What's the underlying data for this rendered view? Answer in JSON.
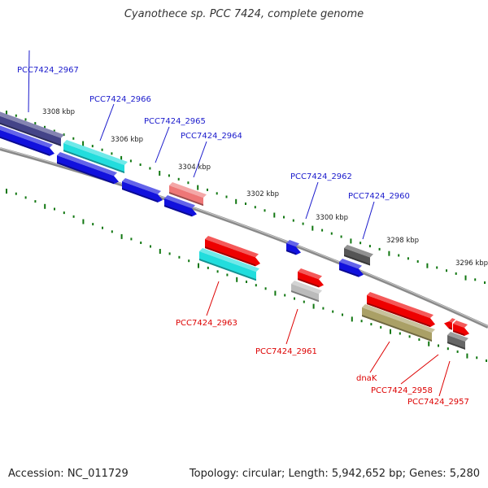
{
  "title": "Cyanothece sp. PCC 7424, complete genome",
  "footer": {
    "accession": "Accession: NC_011729",
    "summary": "Topology: circular; Length: 5,942,652 bp; Genes: 5,280"
  },
  "colors": {
    "label_top": "#1a1acc",
    "label_bottom": "#dd0000",
    "tick": "#117711",
    "backbone": "#888888"
  },
  "scale_labels": [
    "3308 kbp",
    "3306 kbp",
    "3304 kbp",
    "3302 kbp",
    "3300 kbp",
    "3298 kbp",
    "3296 kbp"
  ],
  "genes": [
    {
      "name": "PCC7424_2967",
      "color": "#444488",
      "strand": "top"
    },
    {
      "name": "PCC7424_2966",
      "color": "#22dddd",
      "strand": "top"
    },
    {
      "name": "PCC7424_2965",
      "color": "#ee7777",
      "strand": "top"
    },
    {
      "name": "PCC7424_2964",
      "color": "#1111dd",
      "strand": "top"
    },
    {
      "name": "PCC7424_2962",
      "color": "#1111dd",
      "strand": "top"
    },
    {
      "name": "PCC7424_2960",
      "color": "#555555",
      "strand": "top"
    },
    {
      "name": "PCC7424_2963",
      "color": "#ee0000",
      "strand": "bottom"
    },
    {
      "name": "PCC7424_2961",
      "color": "#ee0000",
      "strand": "bottom"
    },
    {
      "name": "dnaK",
      "color": "#ee0000",
      "strand": "bottom"
    },
    {
      "name": "PCC7424_2958",
      "color": "#ee0000",
      "strand": "bottom"
    },
    {
      "name": "PCC7424_2957",
      "color": "#ee0000",
      "strand": "bottom"
    }
  ]
}
